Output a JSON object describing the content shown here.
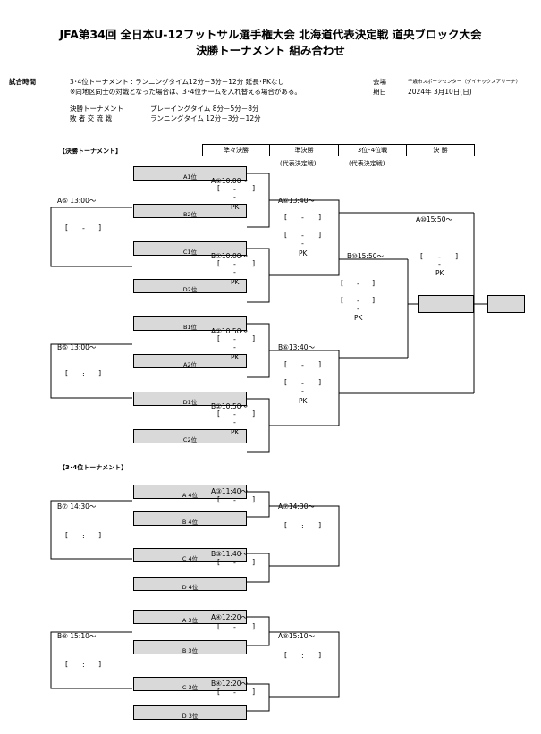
{
  "title": {
    "line1": "JFA第34回 全日本U-12フットサル選手権大会 北海道代表決定戦 道央ブロック大会",
    "line2": "決勝トーナメント 組み合わせ"
  },
  "info": {
    "match_time_label": "試合時間",
    "rule1": "3･4位トーナメント : ランニングタイム12分－3分－12分 延長･PKなし",
    "rule2": "※同地区同士の対戦となった場合は、3･4位チームを入れ替える場合がある。",
    "final_label": "決勝トーナメント",
    "final_time": "プレーイングタイム 8分－5分－8分",
    "consolation_label": "敗 者 交 流 戦",
    "consolation_time": "ランニングタイム 12分－3分－12分",
    "venue_label": "会場",
    "venue": "千歳市スポーツセンター（ダイナックスアリーナ）",
    "date_label": "期日",
    "date": "2024年 3月10日(日)"
  },
  "final_section": {
    "label": "【決勝トーナメント】",
    "headers": [
      "準々決勝",
      "準決勝",
      "3位･4位戦",
      "決 勝"
    ],
    "subheaders": [
      "(代表決定戦)",
      "(代表決定戦)"
    ],
    "seeds": [
      "A1位",
      "B2位",
      "C1位",
      "D2位",
      "B1位",
      "A2位",
      "D1位",
      "C2位"
    ],
    "matches": {
      "A1": "A①10:00～",
      "B1": "B①10:00～",
      "A2": "A②10:50～",
      "B2": "B②10:50～",
      "A5": "A⑤ 13:00～",
      "B5": "B⑤ 13:00～",
      "A6": "A⑥13:40～",
      "B6": "B⑥13:40～",
      "B10": "B⑩15:50～",
      "A10": "A⑩15:50～"
    }
  },
  "third_section": {
    "label": "【3･4位トーナメント】",
    "seeds": [
      "A 4位",
      "B 4位",
      "C 4位",
      "D 4位",
      "A 3位",
      "B 3位",
      "C 3位",
      "D 3位"
    ],
    "matches": {
      "A3": "A③11:40～",
      "B3": "B③11:40～",
      "A7": "A⑦14:30～",
      "B7": "B⑦ 14:30～",
      "A4": "A④12:20～",
      "B4": "B④12:20～",
      "A8": "A⑧15:10～",
      "B8": "B⑧ 15:10～"
    }
  },
  "score": {
    "open": "[",
    "close": "]",
    "dash": "-",
    "colon": ":",
    "pk": "PK"
  }
}
